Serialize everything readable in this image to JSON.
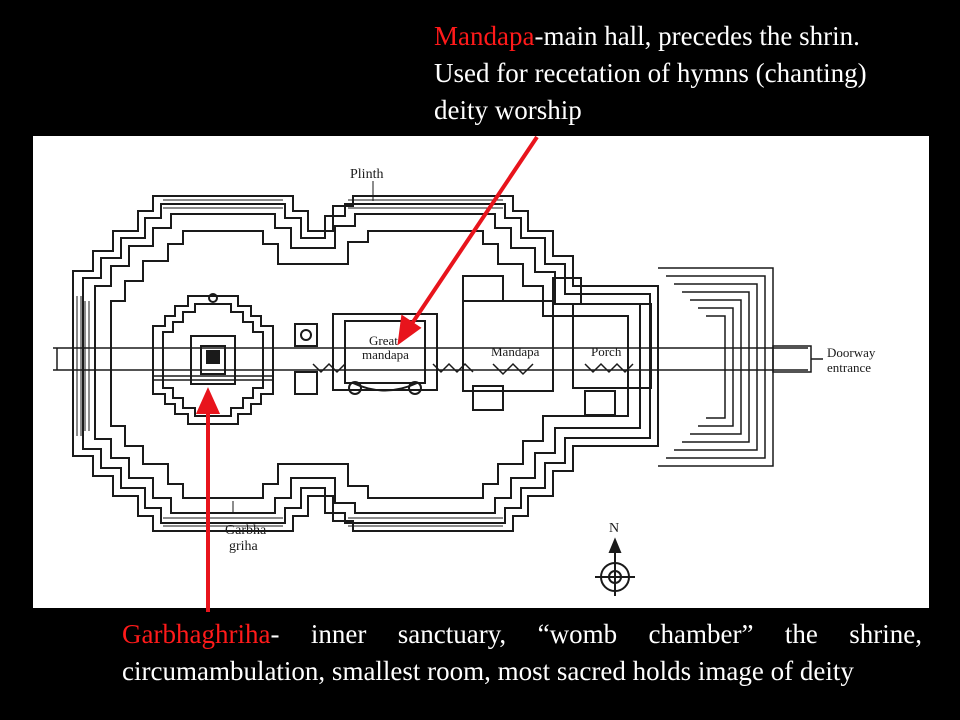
{
  "captions": {
    "mandapa": {
      "term": "Mandapa",
      "text": "-main hall, precedes the shrin. Used for recetation of hymns (chanting) deity worship"
    },
    "garbhaghriha": {
      "term": "Garbhaghriha",
      "text": "- inner sanctuary, “womb chamber” the shrine, circumambulation, smallest room, most sacred holds image of deity"
    }
  },
  "plan_labels": {
    "plinth": "Plinth",
    "great_mandapa_line1": "Great",
    "great_mandapa_line2": "mandapa",
    "mandapa": "Mandapa",
    "porch": "Porch",
    "doorway_line1": "Doorway",
    "doorway_line2": "entrance",
    "garbha_line1": "Garbha",
    "garbha_line2": "griha",
    "north": "N"
  },
  "colors": {
    "background": "#000000",
    "caption_text": "#ffffff",
    "term_highlight": "#ff1a1a",
    "arrow": "#e8141c",
    "plan_background": "#ffffff",
    "plan_ink": "#1a1a1a"
  }
}
